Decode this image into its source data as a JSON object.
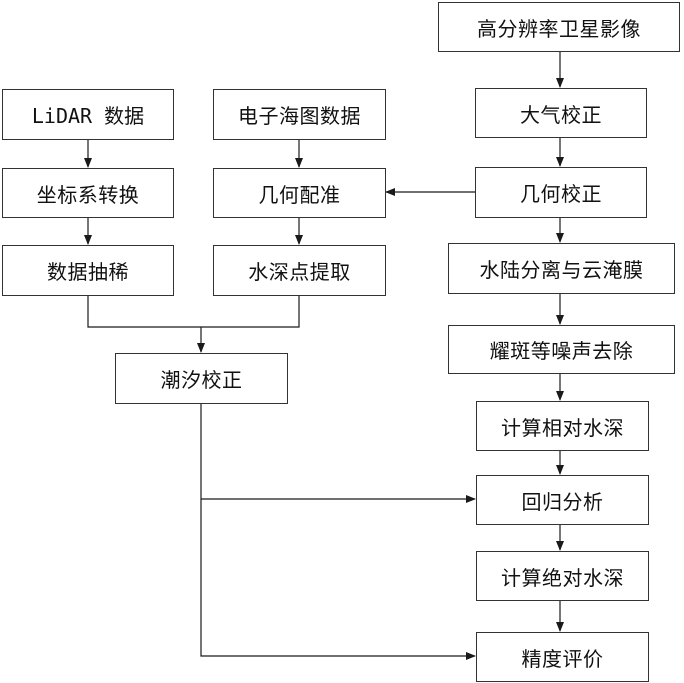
{
  "diagram": {
    "type": "flowchart",
    "line_color": "#1a1a1a",
    "nodes": {
      "satellite": "高分辨率卫星影像",
      "atmos": "大气校正",
      "geocorr": "几何校正",
      "watermask": "水陆分离与云淹膜",
      "glint": "耀斑等噪声去除",
      "reldepth": "计算相对水深",
      "regress": "回归分析",
      "absdepth": "计算绝对水深",
      "accuracy": "精度评价",
      "lidar": "LiDAR 数据",
      "coordtrans": "坐标系转换",
      "thin": "数据抽稀",
      "enc": "电子海图数据",
      "georeg": "几何配准",
      "depthpts": "水深点提取",
      "tide": "潮汐校正"
    },
    "edges": [
      {
        "from": "satellite",
        "to": "atmos"
      },
      {
        "from": "atmos",
        "to": "geocorr"
      },
      {
        "from": "geocorr",
        "to": "watermask"
      },
      {
        "from": "geocorr",
        "to": "georeg"
      },
      {
        "from": "watermask",
        "to": "glint"
      },
      {
        "from": "glint",
        "to": "reldepth"
      },
      {
        "from": "reldepth",
        "to": "regress"
      },
      {
        "from": "regress",
        "to": "absdepth"
      },
      {
        "from": "absdepth",
        "to": "accuracy"
      },
      {
        "from": "lidar",
        "to": "coordtrans"
      },
      {
        "from": "coordtrans",
        "to": "thin"
      },
      {
        "from": "enc",
        "to": "georeg"
      },
      {
        "from": "georeg",
        "to": "depthpts"
      },
      {
        "from": "thin",
        "to": "tide"
      },
      {
        "from": "depthpts",
        "to": "tide"
      },
      {
        "from": "tide",
        "to": "regress"
      },
      {
        "from": "tide",
        "to": "accuracy"
      }
    ]
  }
}
